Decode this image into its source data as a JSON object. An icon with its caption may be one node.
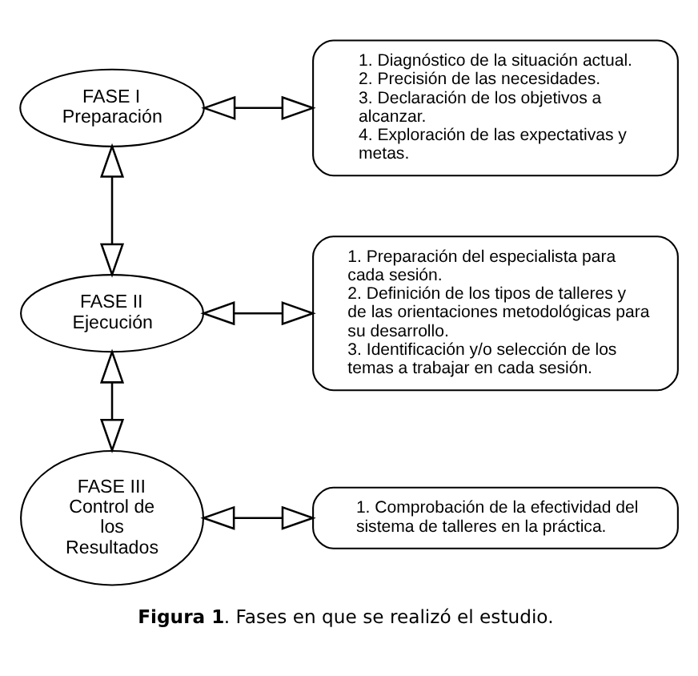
{
  "diagram": {
    "caption": "**Figura 1**. Fases en que se realizó el estudio.",
    "nodes": [
      {
        "text": [
          "FASE I",
          "Preparación"
        ]
      },
      {
        "text": [
          "1. Diagnóstico de la situación actual.",
          "2. Precisión de las necesidades.",
          "3. Declaración de los objetivos a alcanzar.",
          "4. Exploración de las expectativas y metas."
        ]
      },
      {
        "text": [
          "FASE II",
          "Ejecución"
        ]
      },
      {
        "text": [
          "1. Preparación del especialista para cada sesión.",
          "2. Definición de los tipos de talleres y de las orientaciones metodológicas para su desarrollo.",
          "3. Identificación y/o selección de los temas a trabajar en cada sesión."
        ]
      },
      {
        "text": [
          "FASE III",
          "Control de los Resultados"
        ]
      },
      {
        "text": [
          "1. Comprobación de la efectividad del sistema de talleres en la práctica."
        ]
      }
    ],
    "edges": [
      {
        "from": 0,
        "to": 1,
        "arrow": "both"
      },
      {
        "from": 0,
        "to": 2,
        "arrow": "both"
      },
      {
        "from": 2,
        "to": 3,
        "arrow": "both"
      },
      {
        "from": 2,
        "to": 4,
        "arrow": "both"
      },
      {
        "from": 4,
        "to": 5,
        "arrow": "both"
      }
    ]
  }
}
